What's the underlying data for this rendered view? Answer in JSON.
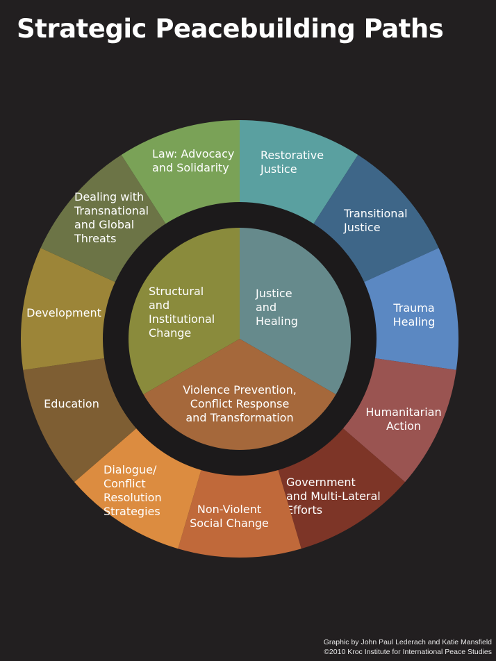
{
  "title": "Strategic Peacebuilding Paths",
  "colors": {
    "background": "#221f20",
    "ring_gap": "#1c1a1b"
  },
  "outer_segments": [
    {
      "lines": [
        "Restorative",
        "Justice"
      ],
      "color": "#5aa0a0"
    },
    {
      "lines": [
        "Transitional",
        "Justice"
      ],
      "color": "#3e6688"
    },
    {
      "lines": [
        "Trauma",
        "Healing"
      ],
      "color": "#5b88c2"
    },
    {
      "lines": [
        "Humanitarian",
        "Action"
      ],
      "color": "#9a5451"
    },
    {
      "lines": [
        "Government",
        "and Multi-Lateral",
        "Efforts"
      ],
      "color": "#7d3527"
    },
    {
      "lines": [
        "Non-Violent",
        "Social Change"
      ],
      "color": "#c0693a"
    },
    {
      "lines": [
        "Dialogue/",
        "Conflict",
        "Resolution",
        "Strategies"
      ],
      "color": "#dc8c40"
    },
    {
      "lines": [
        "Education"
      ],
      "color": "#7e5e33"
    },
    {
      "lines": [
        "Development"
      ],
      "color": "#9c8538"
    },
    {
      "lines": [
        "Dealing with",
        "Transnational",
        "and Global",
        "Threats"
      ],
      "color": "#6c7446"
    },
    {
      "lines": [
        "Law: Advocacy",
        "and Solidarity"
      ],
      "color": "#7aa257"
    }
  ],
  "inner_segments": [
    {
      "lines": [
        "Justice",
        "and",
        "Healing"
      ],
      "color": "#668a8c"
    },
    {
      "lines": [
        "Violence Prevention,",
        "Conflict Response",
        "and Transformation"
      ],
      "color": "#a5683b"
    },
    {
      "lines": [
        "Structural",
        "and",
        "Institutional",
        "Change"
      ],
      "color": "#8a8b3c"
    }
  ],
  "credits": [
    "Graphic by John Paul Lederach and Katie Mansfield",
    "©2010 Kroc Institute for International Peace Studies"
  ]
}
